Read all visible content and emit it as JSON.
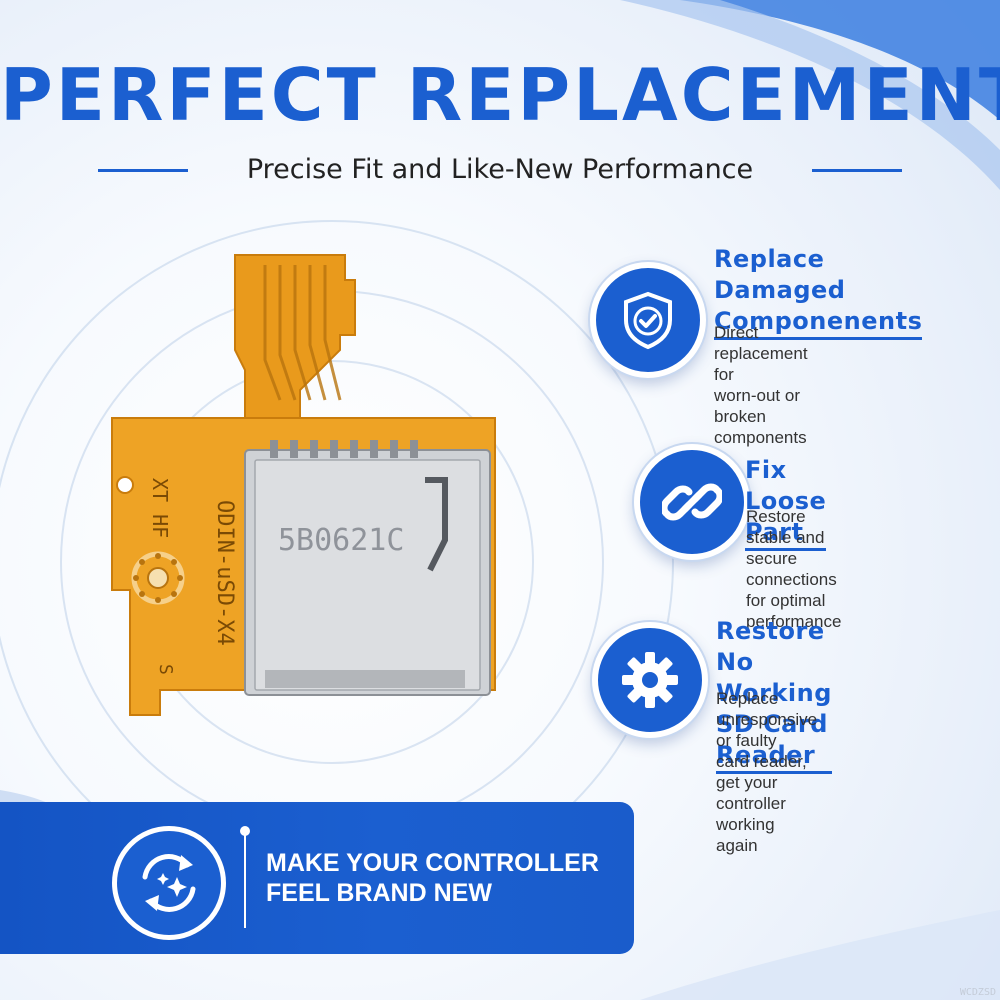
{
  "header": {
    "title": "PERFECT REPLACEMENT",
    "subtitle": "Precise Fit and Like-New Performance"
  },
  "product": {
    "board_labels": [
      "5B0621C",
      "ODIN-uSD-X4",
      "XT HF",
      "S"
    ]
  },
  "features": [
    {
      "icon": "shield-check-icon",
      "title_lines": [
        "Replace Damaged",
        "Componenents"
      ],
      "desc_lines": [
        "Direct replacement for",
        "worn-out or broken",
        "components"
      ]
    },
    {
      "icon": "chain-link-icon",
      "title_lines": [
        "Fix Loose Part"
      ],
      "desc_lines": [
        "Restore stable and secure",
        "connections for optimal",
        "performance"
      ]
    },
    {
      "icon": "gear-icon",
      "title_lines": [
        "Restore No Working",
        "SD Card Reader"
      ],
      "desc_lines": [
        "Replace unresponsive or faulty",
        "card reader, get your controller",
        "working again"
      ]
    }
  ],
  "banner": {
    "icon": "refresh-sparkle-icon",
    "lines": [
      "MAKE YOUR CONTROLLER",
      "FEEL BRAND NEW"
    ]
  },
  "watermark": "WCDZSD",
  "colors": {
    "accent": "#1b5fd0",
    "pcb": "#e99a1c",
    "metal": "#c9ccd0",
    "text": "#222222"
  }
}
